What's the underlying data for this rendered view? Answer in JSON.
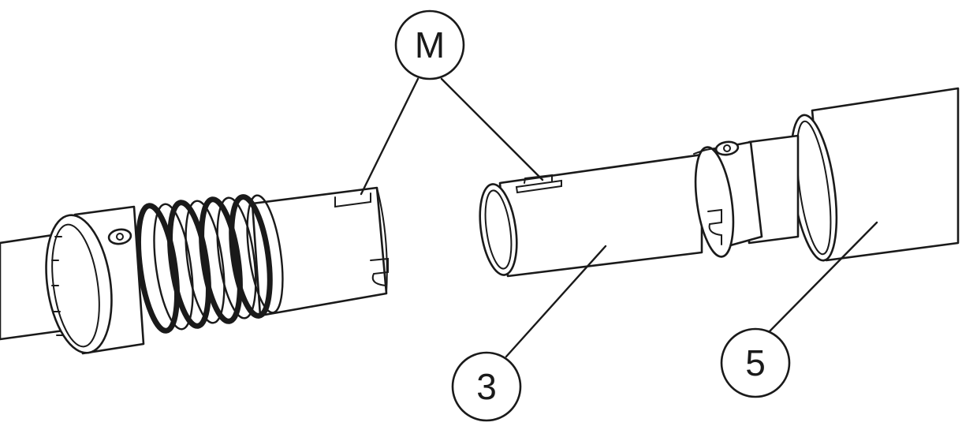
{
  "diagram": {
    "callouts": [
      {
        "id": "M",
        "label": "M"
      },
      {
        "id": "3",
        "label": "3"
      },
      {
        "id": "5",
        "label": "5"
      }
    ],
    "colors": {
      "line": "#1a1a1a",
      "fill": "#ffffff"
    }
  }
}
